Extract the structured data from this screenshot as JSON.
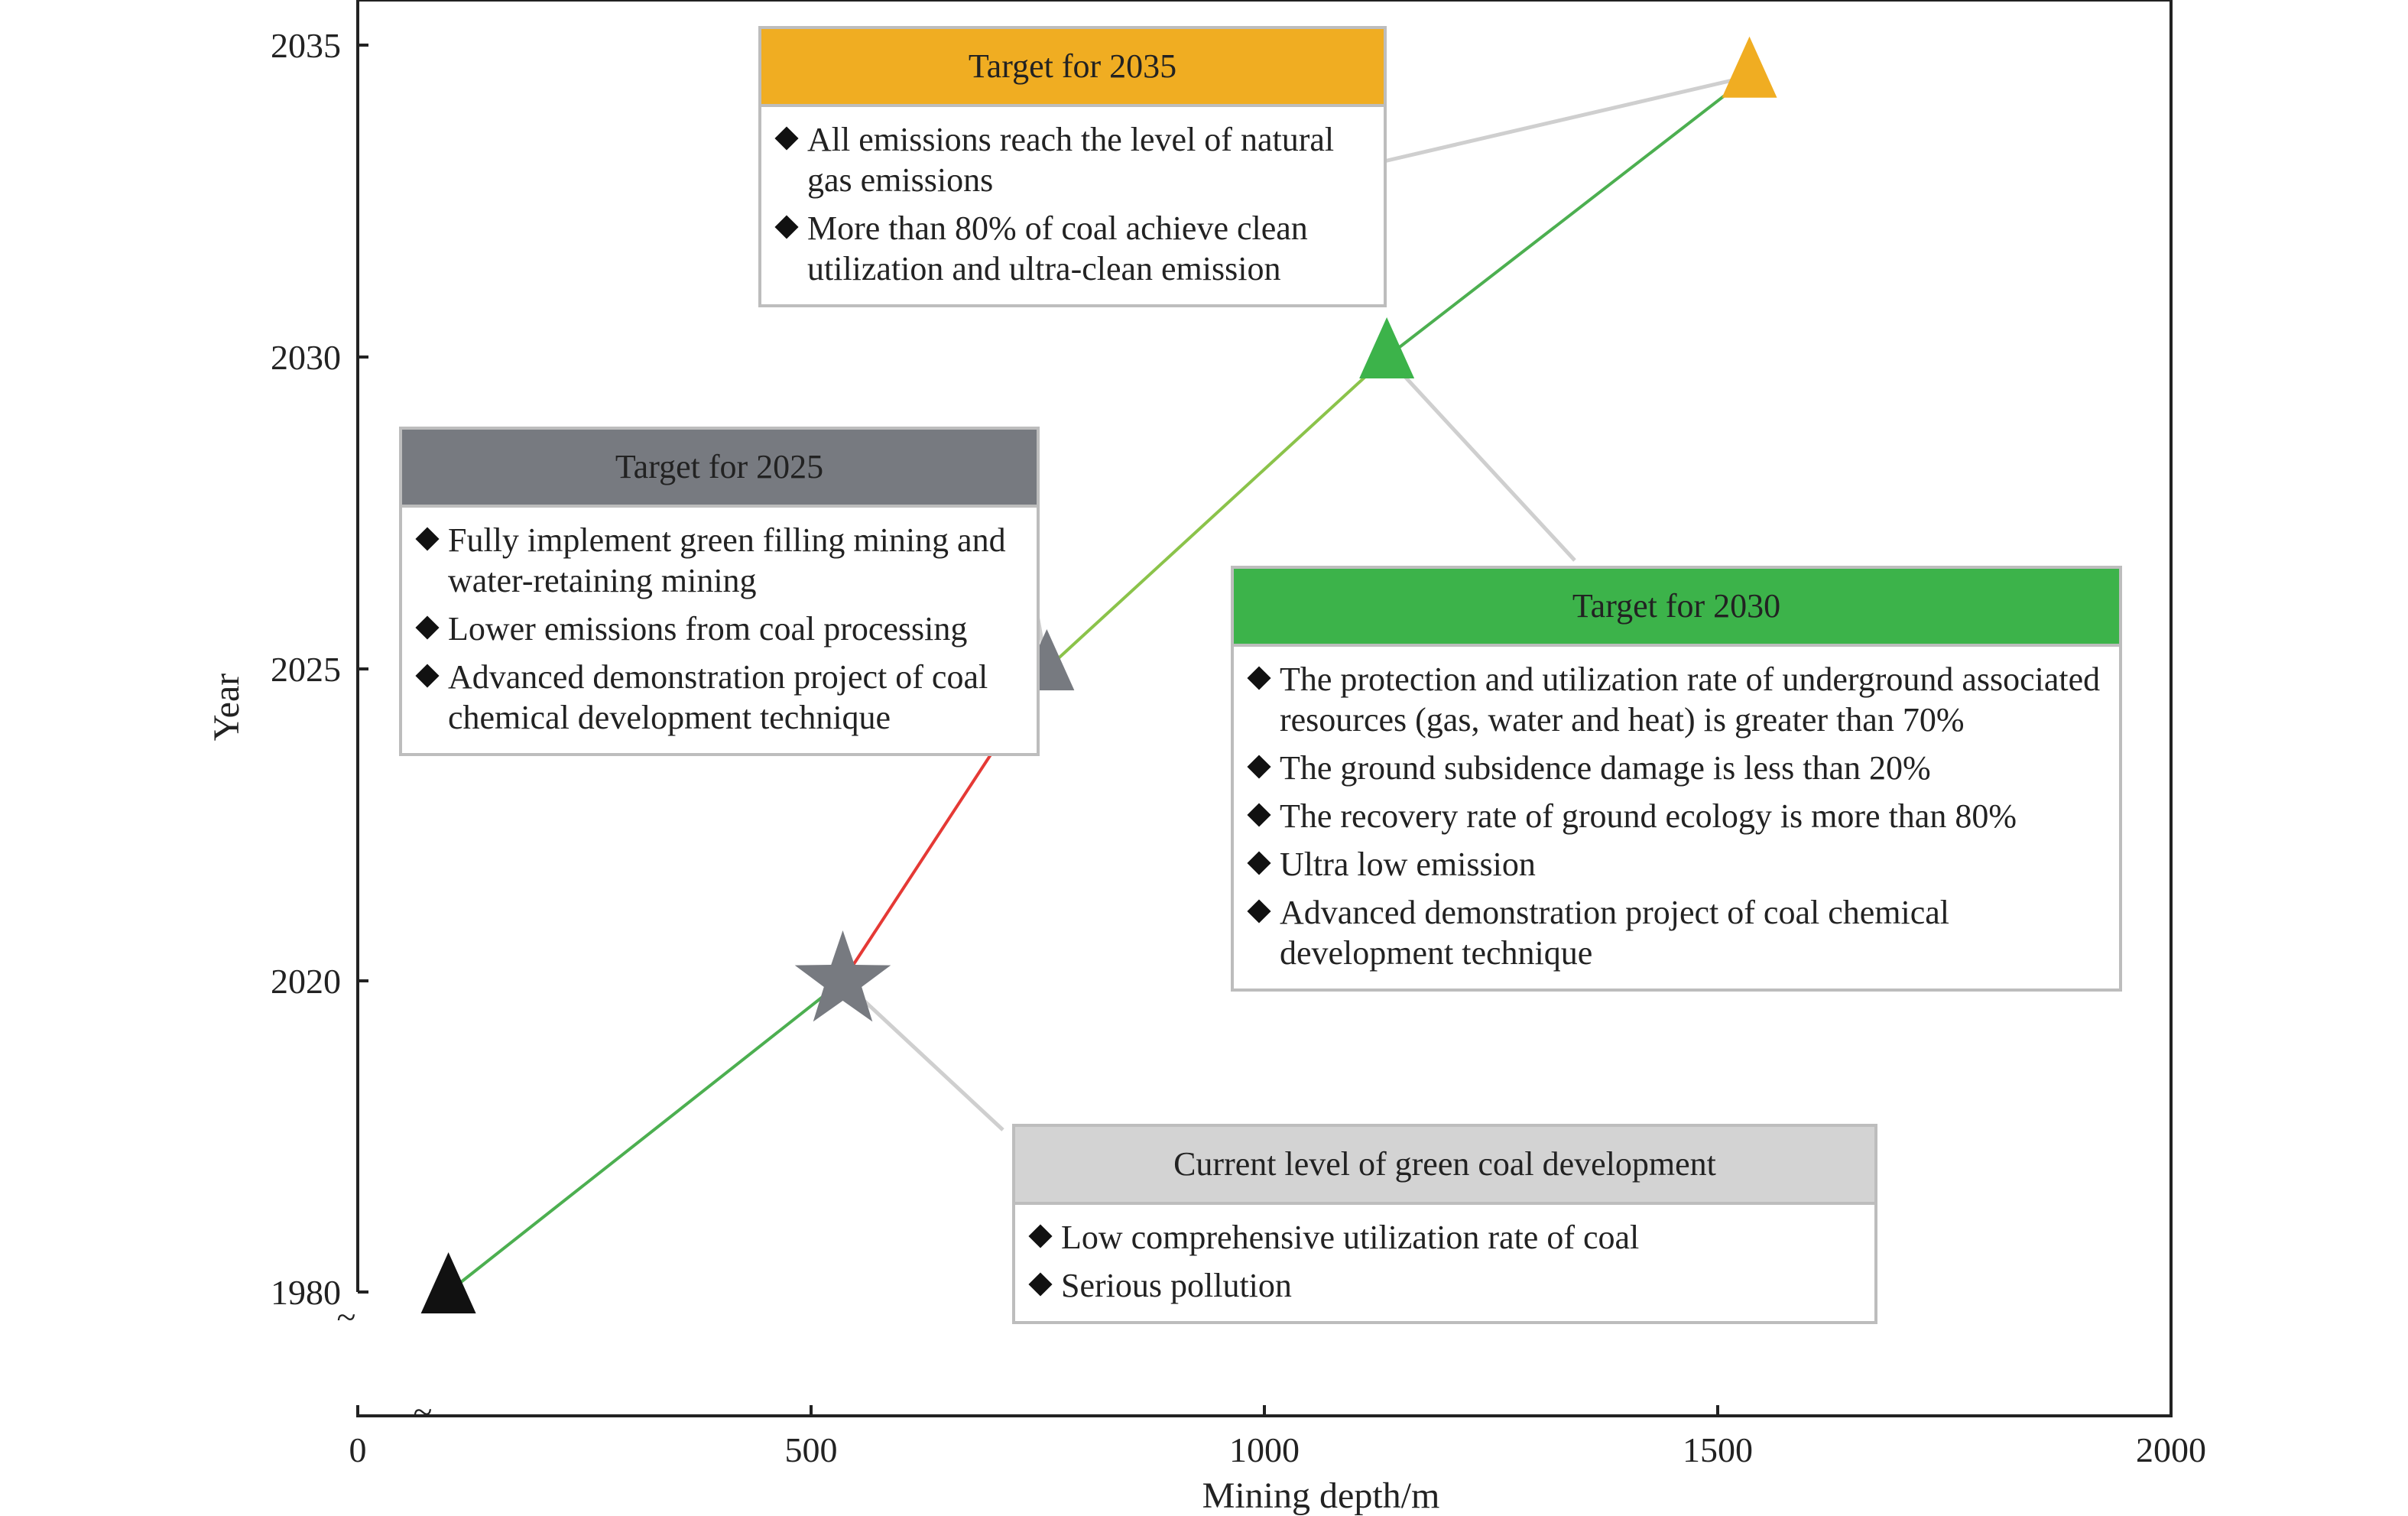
{
  "chart_data": {
    "type": "line",
    "xlabel": "Mining depth/m",
    "ylabel": "Year",
    "xlim": [
      0,
      2000
    ],
    "x_ticks": [
      "0",
      "500",
      "1000",
      "1500",
      "2000"
    ],
    "y_ticks": [
      "1980",
      "2020",
      "2025",
      "2030",
      "2035"
    ],
    "axis_break_symbol": "~",
    "series": [
      {
        "points": [
          {
            "x": 100,
            "y": "1980",
            "marker": "triangle",
            "color": "#111111"
          },
          {
            "x": 535,
            "y": "2020",
            "marker": "star",
            "color": "#777a80"
          },
          {
            "x": 760,
            "y": "2025",
            "marker": "triangle",
            "color": "#777a80"
          },
          {
            "x": 1135,
            "y": "2030",
            "marker": "triangle",
            "color": "#3cb34a"
          },
          {
            "x": 1535,
            "y": "2034.5",
            "marker": "triangle",
            "color": "#f0ad22"
          }
        ],
        "segment_colors": [
          "#4caf50",
          "#e53935",
          "#8bc34a",
          "#4caf50"
        ]
      }
    ],
    "annotations": [
      {
        "key": "current",
        "title": "Current level of green coal development",
        "header_color": "#d3d3d3",
        "items": [
          "Low comprehensive utilization rate of coal",
          "Serious pollution"
        ]
      },
      {
        "key": "t2025",
        "title": "Target for 2025",
        "header_color": "#777a80",
        "items": [
          "Fully implement green filling mining and water-retaining mining",
          "Lower emissions from coal processing",
          "Advanced demonstration project of coal chemical development technique"
        ]
      },
      {
        "key": "t2030",
        "title": "Target for 2030",
        "header_color": "#3cb34a",
        "items": [
          "The protection and utilization rate of underground associated resources (gas, water and heat) is greater than 70%",
          "The ground subsidence damage is less than 20%",
          "The recovery rate of ground ecology is more than 80%",
          "Ultra low emission",
          "Advanced demonstration project of coal chemical development technique"
        ]
      },
      {
        "key": "t2035",
        "title": "Target for 2035",
        "header_color": "#f0ad22",
        "items": [
          "All emissions reach the level of natural gas emissions",
          "More than 80% of coal achieve clean utilization and ultra-clean emission"
        ]
      }
    ]
  }
}
